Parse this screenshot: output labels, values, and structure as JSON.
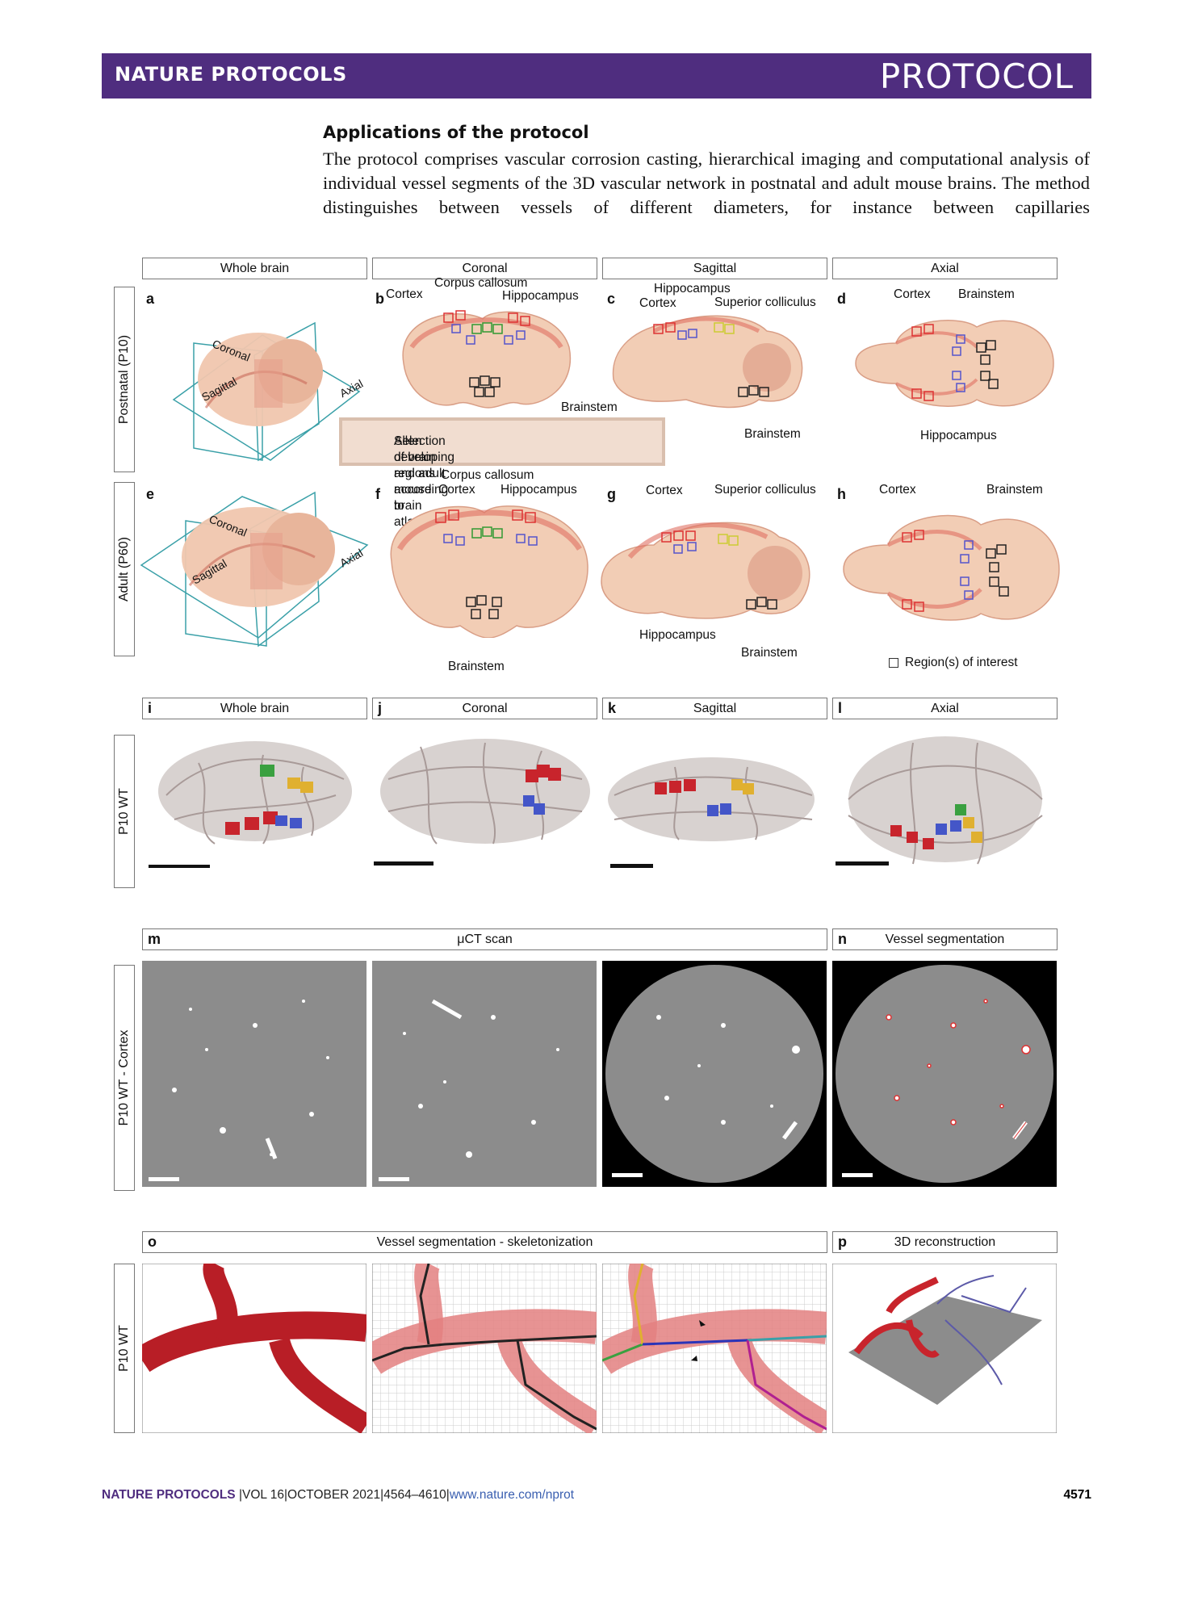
{
  "header": {
    "journal": "NATURE PROTOCOLS",
    "type": "PROTOCOL"
  },
  "section": {
    "heading": "Applications of the protocol",
    "text": "The protocol comprises vascular corrosion casting, hierarchical imaging and computational analysis of individual vessel segments of the 3D vascular network in postnatal and adult mouse brains. The method distinguishes between vessels of different diameters, for instance between capillaries"
  },
  "figure": {
    "col_headers": [
      "Whole brain",
      "Coronal",
      "Sagittal",
      "Axial"
    ],
    "rows": {
      "postnatal": "Postnatal (P10)",
      "adult": "Adult (P60)",
      "p10wt": "P10 WT",
      "p10wt_cortex": "P10 WT - Cortex",
      "p10wt2": "P10 WT"
    },
    "panel_letters": [
      "a",
      "b",
      "c",
      "d",
      "e",
      "f",
      "g",
      "h",
      "i",
      "j",
      "k",
      "l",
      "m",
      "n",
      "o",
      "p"
    ],
    "plane_labels": {
      "coronal": "Coronal",
      "sagittal": "Sagittal",
      "axial": "Axial"
    },
    "annotations": {
      "corpus_callosum": "Corpus callosum",
      "cortex": "Cortex",
      "hippocampus": "Hippocampus",
      "brainstem": "Brainstem",
      "superior_colliculus": "Superior colliculus"
    },
    "selection_note": [
      "Selection of brain regions according to",
      "Allen developing and adult mouse brain atlases"
    ],
    "legend_roi": "Region(s) of interest",
    "row3_headers": [
      "Whole brain",
      "Coronal",
      "Sagittal",
      "Axial"
    ],
    "uct_scan": "μCT scan",
    "vessel_seg": "Vessel segmentation",
    "skeleton": "Vessel segmentation - skeletonization",
    "recon": "3D reconstruction"
  },
  "colors": {
    "header_purple": "#4f2d7f",
    "vessel_red": "#c8242c",
    "brain_tissue": "#f2cdb5"
  },
  "footer": {
    "journal": "NATURE PROTOCOLS",
    "sep": "|",
    "volume": "VOL 16",
    "date": "OCTOBER 2021",
    "pages": "4564–4610",
    "url": "www.nature.com/nprot",
    "page": "4571"
  }
}
